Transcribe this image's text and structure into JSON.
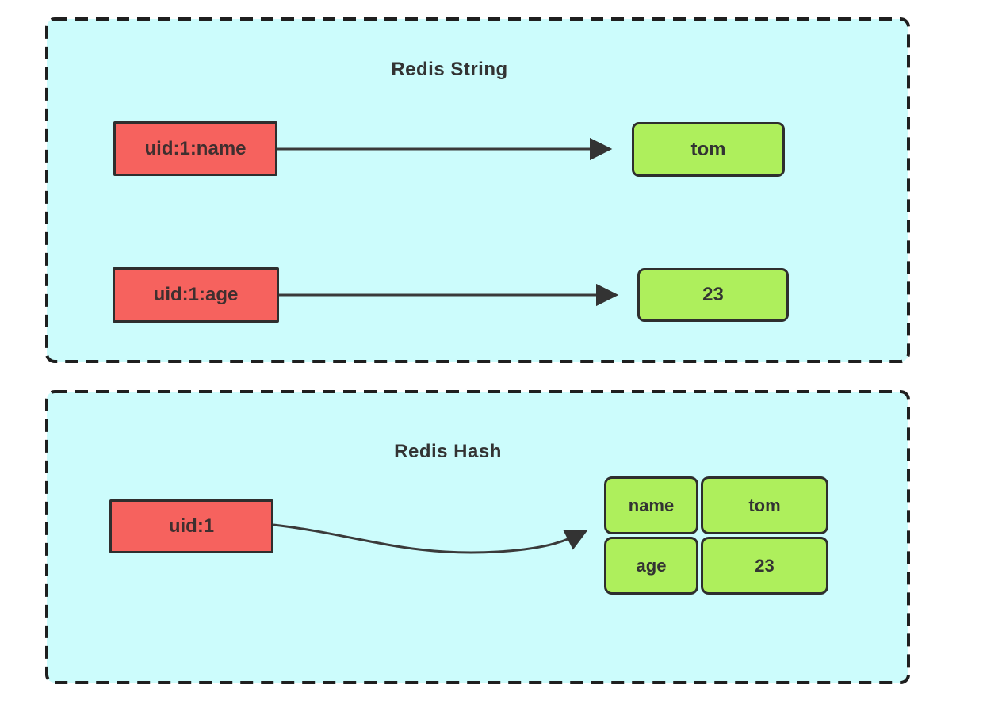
{
  "diagram": {
    "panel_string": {
      "title": "Redis String",
      "entries": [
        {
          "key": "uid:1:name",
          "value": "tom"
        },
        {
          "key": "uid:1:age",
          "value": "23"
        }
      ]
    },
    "panel_hash": {
      "title": "Redis Hash",
      "key": "uid:1",
      "fields": [
        {
          "name": "name",
          "value": "tom"
        },
        {
          "name": "age",
          "value": "23"
        }
      ]
    },
    "colors": {
      "panel_bg": "#ccfcfc",
      "key_box_bg": "#f6625e",
      "value_box_bg": "#aeef5c",
      "box_border": "#2e2e2e",
      "connector": "#3a3a3a",
      "panel_dash_border": "#1f1f1f",
      "text": "#333333"
    }
  }
}
